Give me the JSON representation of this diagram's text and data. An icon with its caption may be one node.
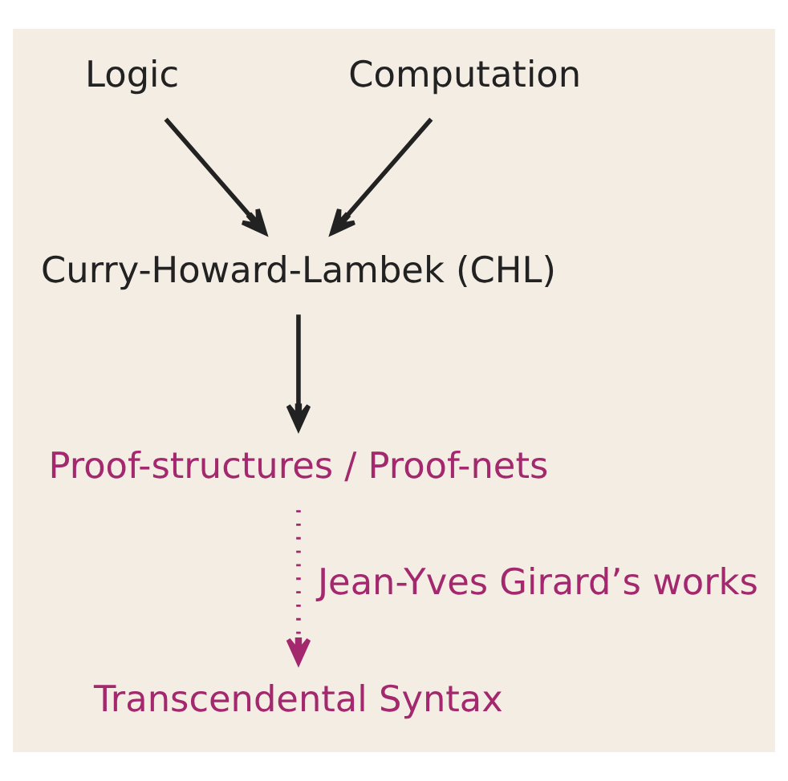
{
  "diagram": {
    "nodes": [
      {
        "text": [
          "Logic"
        ]
      },
      {
        "text": [
          "Computation"
        ]
      },
      {
        "text": [
          "Curry-Howard-Lambek (CHL)"
        ]
      },
      {
        "text": [
          "Proof-structures / Proof-nets"
        ]
      },
      {
        "text": [
          "Transcendental Syntax"
        ]
      }
    ],
    "edges": [
      {
        "from": 0,
        "to": 2,
        "arrow": "to"
      },
      {
        "from": 1,
        "to": 2,
        "arrow": "to"
      },
      {
        "from": 2,
        "to": 3,
        "arrow": "to"
      },
      {
        "from": 3,
        "to": 4,
        "arrow": "to",
        "label": "Jean-Yves Girard’s works",
        "style": "dashed",
        "color": "#a3286e"
      }
    ]
  }
}
